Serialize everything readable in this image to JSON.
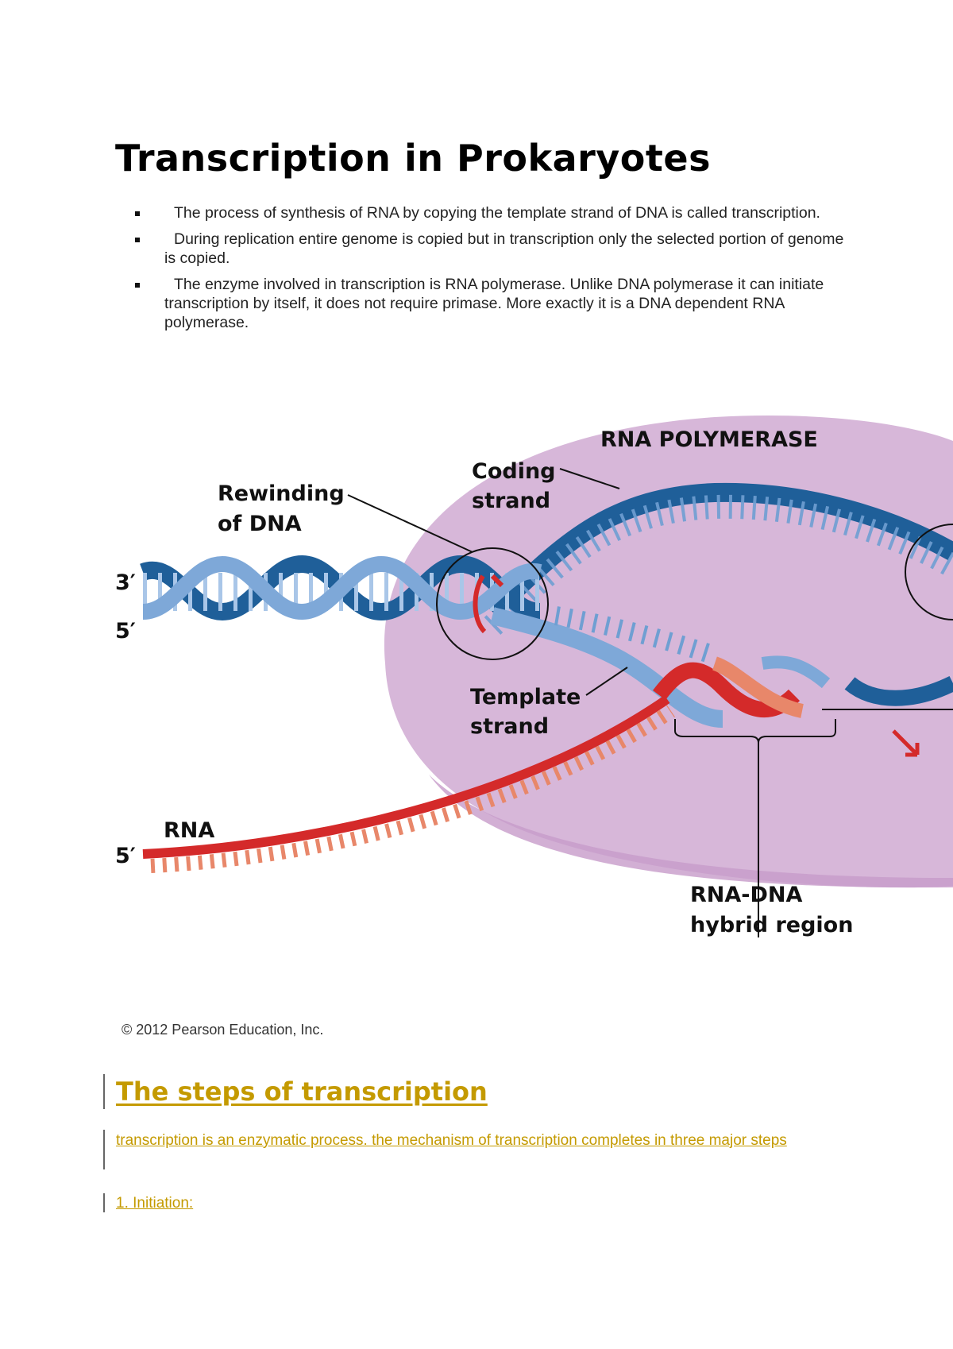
{
  "title": "Transcription in Prokaryotes",
  "bullets": [
    "The process of synthesis of RNA by copying the template strand of DNA is called transcription.",
    "During replication entire genome is copied but in transcription only the selected portion of genome is copied.",
    "The enzyme involved in transcription is RNA polymerase. Unlike DNA polymerase it can initiate transcription by itself, it does not require primase. More exactly it is a DNA dependent RNA polymerase."
  ],
  "figure": {
    "enzyme_label": "RNA POLYMERASE",
    "coding_strand_1": "Coding",
    "coding_strand_2": "strand",
    "rewinding_1": "Rewinding",
    "rewinding_2": "of DNA",
    "three_prime": "3′",
    "five_prime": "5′",
    "template_1": "Template",
    "template_2": "strand",
    "rna_label": "RNA",
    "rna_five_prime": "5′",
    "hybrid_1": "RNA-DNA",
    "hybrid_2": "hybrid region",
    "colors": {
      "polymerase": "#d7b7d9",
      "dna_dark": "#1f5f99",
      "dna_light": "#7ea8d8",
      "rna": "#d42a2a",
      "rna_light": "#e8876a"
    }
  },
  "caption": "© 2012 Pearson Education, Inc.",
  "section_title": "The steps of transcription",
  "intro_text": "transcription is an enzymatic process. the mechanism of transcription completes in three major steps",
  "step_1": "1. Initiation:"
}
